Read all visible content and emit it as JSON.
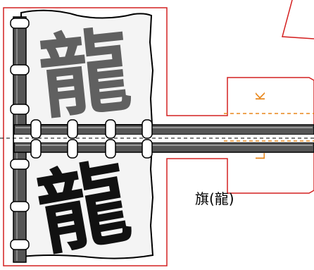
{
  "caption": "旗(龍)",
  "flag_upper": {
    "glyph": "龍",
    "color": "#606060"
  },
  "flag_lower": {
    "glyph": "龍",
    "color": "#111111"
  },
  "markers": {
    "upper": "K",
    "lower": "L"
  },
  "colors": {
    "outline": "#d42020",
    "marker": "#e8861a",
    "pole": "#555555",
    "flag_fill": "#f4f4f4"
  }
}
